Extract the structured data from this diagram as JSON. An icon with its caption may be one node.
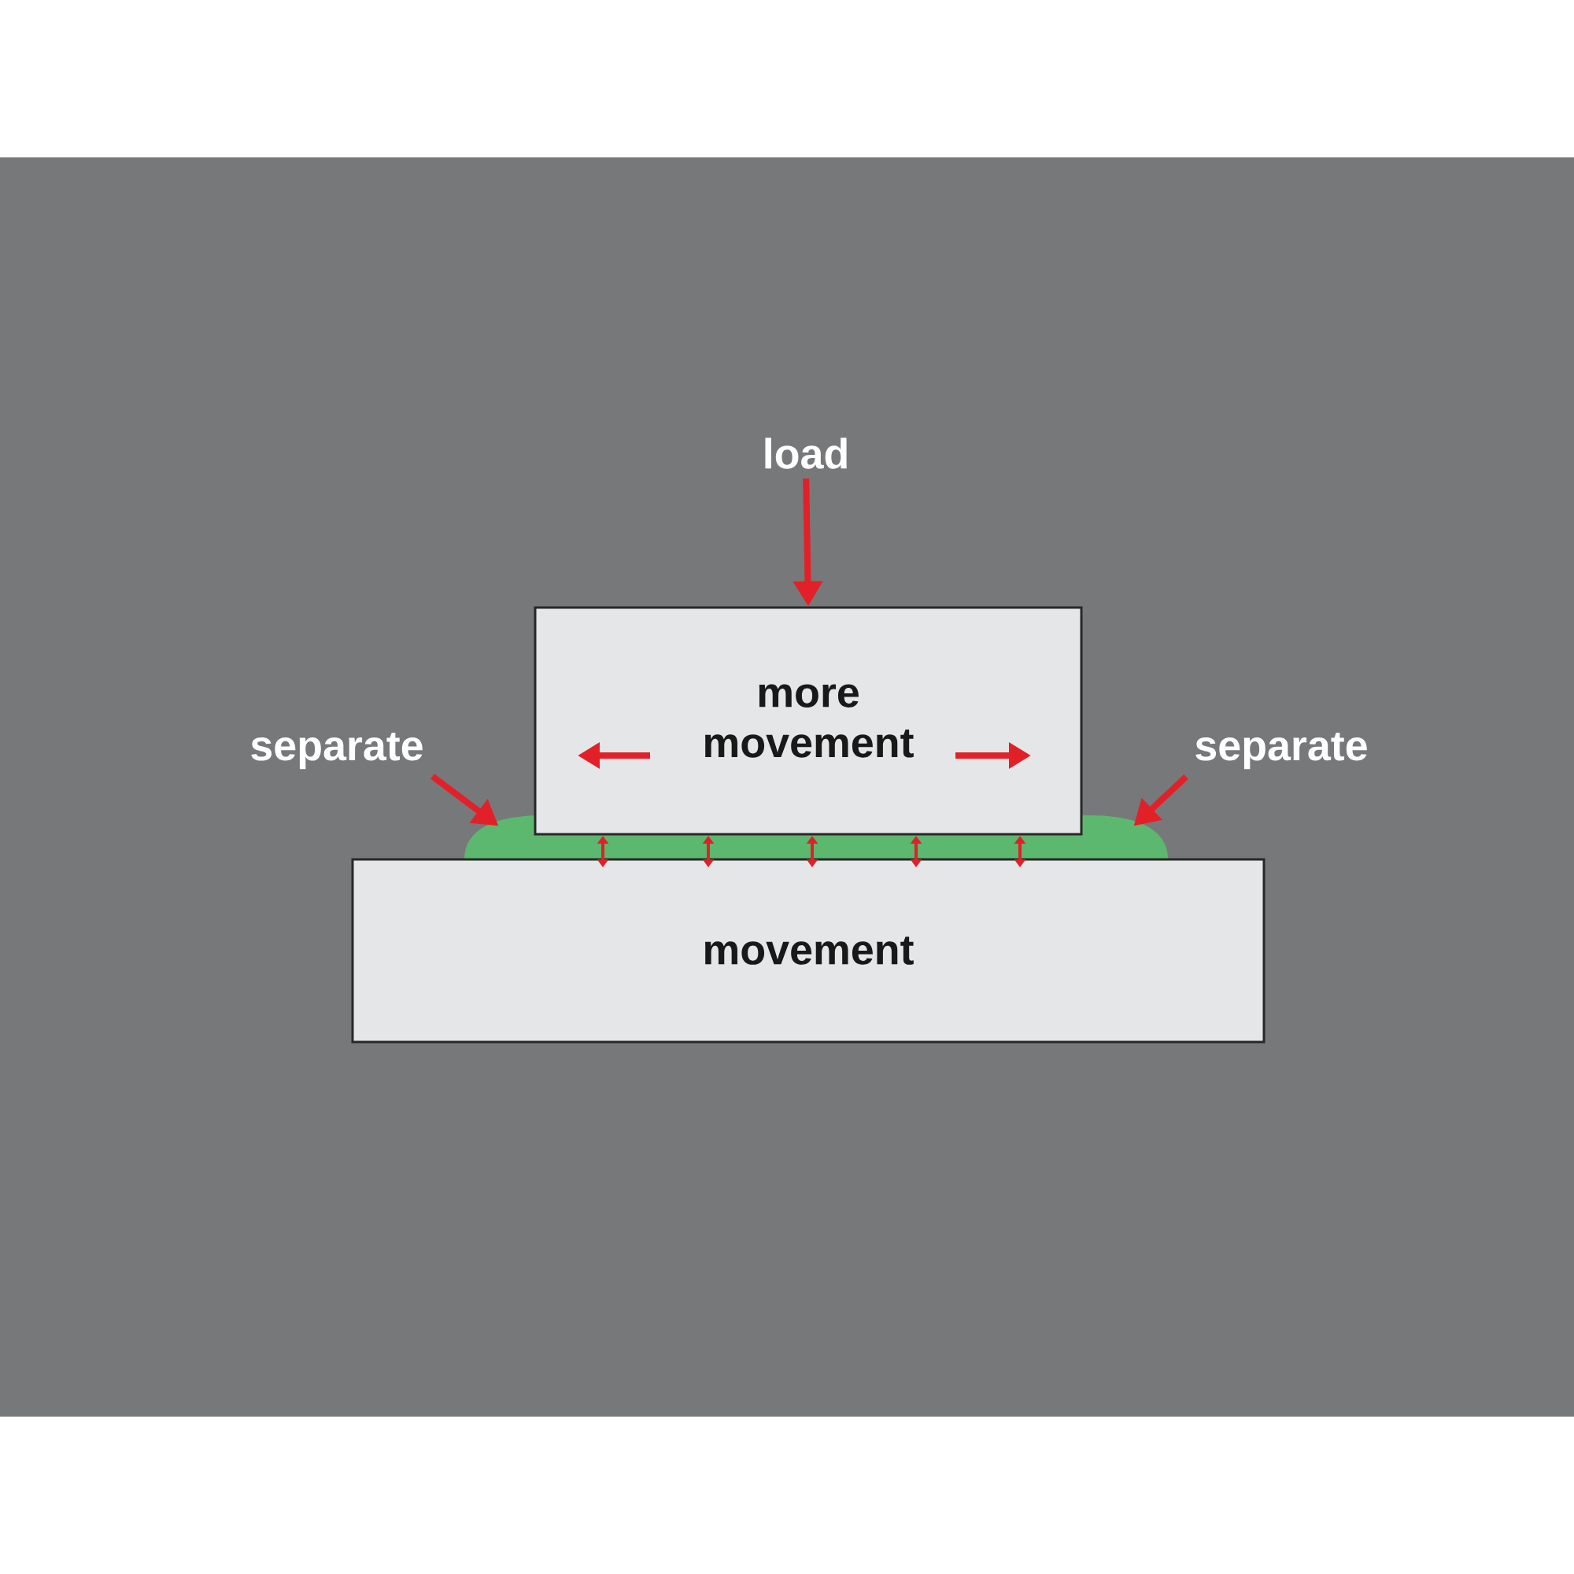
{
  "diagram": {
    "nodes": [
      {
        "text": [
          "load"
        ]
      },
      {
        "text": [
          "more movement"
        ]
      },
      {
        "text": [
          "separate"
        ]
      },
      {
        "text": [
          "separate"
        ]
      },
      {
        "text": [],
        "shape": "bar"
      },
      {
        "text": [
          "movement"
        ]
      }
    ],
    "edges": [
      {
        "from": 0,
        "to": 1,
        "arrow": "to"
      },
      {
        "from": 2,
        "to": 4,
        "arrow": "to"
      },
      {
        "from": 3,
        "to": 4,
        "arrow": "to"
      }
    ]
  }
}
